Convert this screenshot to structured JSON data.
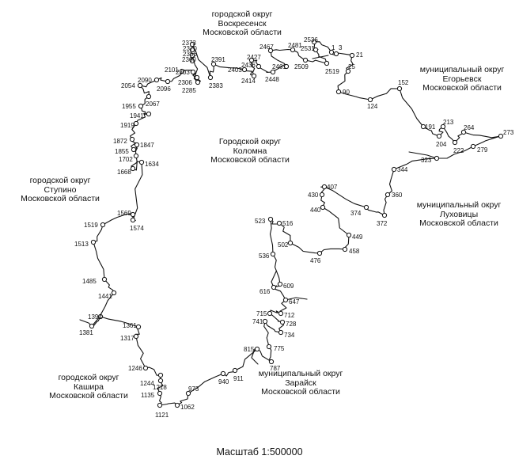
{
  "regions": [
    {
      "lines": [
        "городской округ",
        "Воскресенск",
        "Московской области"
      ]
    },
    {
      "lines": [
        "муниципальный округ",
        "Егорьевск",
        "Московской области"
      ]
    },
    {
      "lines": [
        "Городской округ",
        "Коломна",
        "Московской области"
      ]
    },
    {
      "lines": [
        "городской округ",
        "Ступино",
        "Московской области"
      ]
    },
    {
      "lines": [
        "муниципальный округ",
        "Луховицы",
        "Московской области"
      ]
    },
    {
      "lines": [
        "муниципальный округ",
        "Зарайск",
        "Московской области"
      ]
    },
    {
      "lines": [
        "городской округ",
        "Кашира",
        "Московской области"
      ]
    }
  ],
  "scale_label": "Масштаб 1:500000",
  "points": [
    {
      "label": "1"
    },
    {
      "label": "3"
    },
    {
      "label": "21"
    },
    {
      "label": "25"
    },
    {
      "label": "90"
    },
    {
      "label": "124"
    },
    {
      "label": "152"
    },
    {
      "label": "191"
    },
    {
      "label": "204"
    },
    {
      "label": "213"
    },
    {
      "label": "222"
    },
    {
      "label": "264"
    },
    {
      "label": "273"
    },
    {
      "label": "279"
    },
    {
      "label": "323"
    },
    {
      "label": "344"
    },
    {
      "label": "360"
    },
    {
      "label": "372"
    },
    {
      "label": "374"
    },
    {
      "label": "407"
    },
    {
      "label": "430"
    },
    {
      "label": "440"
    },
    {
      "label": "449"
    },
    {
      "label": "458"
    },
    {
      "label": "476"
    },
    {
      "label": "502"
    },
    {
      "label": "516"
    },
    {
      "label": "523"
    },
    {
      "label": "536"
    },
    {
      "label": "609"
    },
    {
      "label": "616"
    },
    {
      "label": "647"
    },
    {
      "label": "712"
    },
    {
      "label": "715"
    },
    {
      "label": "728"
    },
    {
      "label": "734"
    },
    {
      "label": "741"
    },
    {
      "label": "775"
    },
    {
      "label": "787"
    },
    {
      "label": "815"
    },
    {
      "label": "911"
    },
    {
      "label": "940"
    },
    {
      "label": "973"
    },
    {
      "label": "1062"
    },
    {
      "label": "1121"
    },
    {
      "label": "1135"
    },
    {
      "label": "1218"
    },
    {
      "label": "1244"
    },
    {
      "label": "1246"
    },
    {
      "label": "1317"
    },
    {
      "label": "1361"
    },
    {
      "label": "1381"
    },
    {
      "label": "1394"
    },
    {
      "label": "1441"
    },
    {
      "label": "1485"
    },
    {
      "label": "1513"
    },
    {
      "label": "1519"
    },
    {
      "label": "1569"
    },
    {
      "label": "1574"
    },
    {
      "label": "1634"
    },
    {
      "label": "1668"
    },
    {
      "label": "1702"
    },
    {
      "label": "1847"
    },
    {
      "label": "1855"
    },
    {
      "label": "1872"
    },
    {
      "label": "1919"
    },
    {
      "label": "1941"
    },
    {
      "label": "1955"
    },
    {
      "label": "2054"
    },
    {
      "label": "2067"
    },
    {
      "label": "2090"
    },
    {
      "label": "2096"
    },
    {
      "label": "2101"
    },
    {
      "label": "2285"
    },
    {
      "label": "2303"
    },
    {
      "label": "2306"
    },
    {
      "label": "2356"
    },
    {
      "label": "2360"
    },
    {
      "label": "2370"
    },
    {
      "label": "2373"
    },
    {
      "label": "2383"
    },
    {
      "label": "2391"
    },
    {
      "label": "2403"
    },
    {
      "label": "2414"
    },
    {
      "label": "2427"
    },
    {
      "label": "2436"
    },
    {
      "label": "2448"
    },
    {
      "label": "2461"
    },
    {
      "label": "2467"
    },
    {
      "label": "2481"
    },
    {
      "label": "2509"
    },
    {
      "label": "2519"
    },
    {
      "label": "2531"
    },
    {
      "label": "2536"
    }
  ]
}
